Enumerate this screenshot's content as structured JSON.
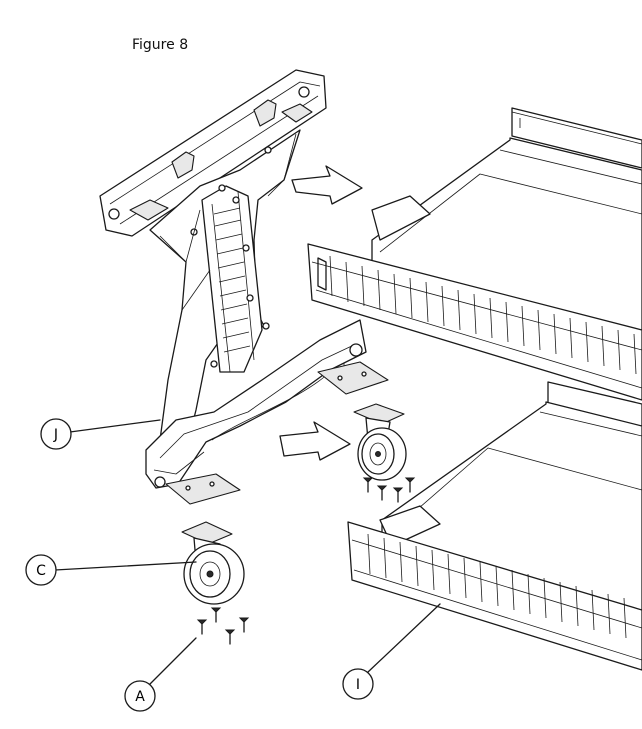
{
  "figure": {
    "title": "Figure 8"
  },
  "callouts": {
    "screws": "A",
    "caster": "C",
    "shelf": "I",
    "stand": "J"
  }
}
